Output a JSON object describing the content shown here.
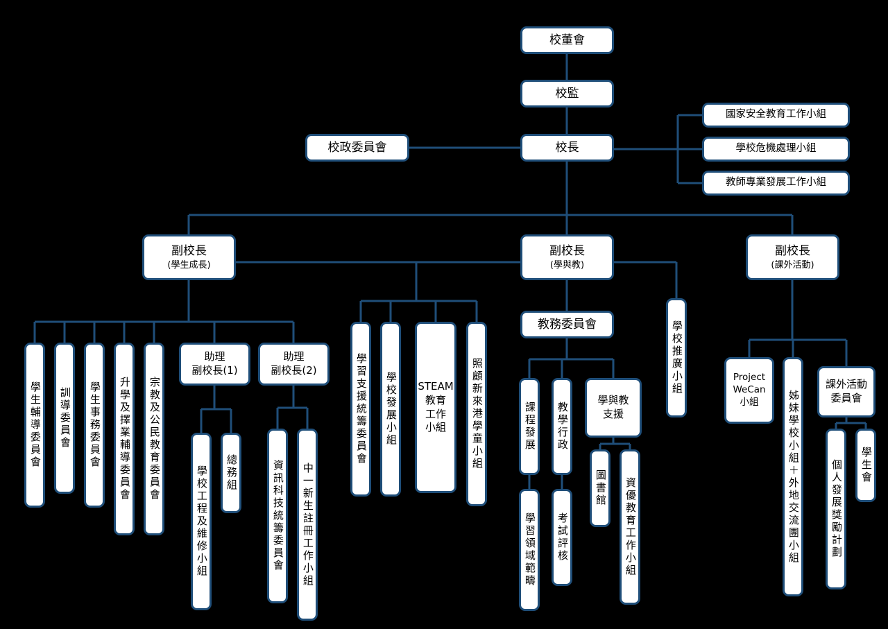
{
  "diagram": {
    "type": "org-chart",
    "background": "#000000",
    "box_fill": "#ffffff",
    "line_color": "#1F4E79",
    "nodes": {
      "board": {
        "label": "校董會"
      },
      "supervisor": {
        "label": "校監"
      },
      "principal": {
        "label": "校長"
      },
      "school_admin_committee": {
        "label": "校政委員會"
      },
      "national_security_group": {
        "label": "國家安全教育工作小組"
      },
      "crisis_group": {
        "label": "學校危機處理小組"
      },
      "teacher_dev_group": {
        "label": "教師專業發展工作小組"
      },
      "vp_student_growth": {
        "label": "副校長",
        "sub": "(學生成長)"
      },
      "vp_learning_teaching": {
        "label": "副校長",
        "sub": "(學與教)"
      },
      "vp_extracurricular": {
        "label": "副校長",
        "sub": "(課外活動)"
      },
      "student_counseling": {
        "label": "學生輔導委員會"
      },
      "discipline": {
        "label": "訓導委員會"
      },
      "student_affairs": {
        "label": "學生事務委員會"
      },
      "careers_guidance": {
        "label": "升學及擇業輔導委員會"
      },
      "religious_civic": {
        "label": "宗教及公民教育委員會"
      },
      "assistant_vp1": {
        "label": "助理\n副校長(1)"
      },
      "assistant_vp2": {
        "label": "助理\n副校長(2)"
      },
      "works_maintenance": {
        "label": "學校工程及維修小組"
      },
      "general_affairs": {
        "label": "總務組"
      },
      "it_committee": {
        "label": "資訊科技統籌委員會"
      },
      "s1_registration": {
        "label": "中一新生註冊工作小組"
      },
      "learning_support": {
        "label": "學習支援統籌委員會"
      },
      "school_development": {
        "label": "學校發展小組"
      },
      "steam_group": {
        "label": "STEAM\n教育\n工作\n小組"
      },
      "newly_arrived": {
        "label": "照顧新來港學童小組"
      },
      "academic_committee": {
        "label": "教務委員會"
      },
      "curriculum_dev": {
        "label": "課程發展"
      },
      "teaching_admin": {
        "label": "教學行政"
      },
      "lt_support": {
        "label": "學與教\n支援"
      },
      "kla": {
        "label": "學習領域範疇"
      },
      "exam_assessment": {
        "label": "考試評核"
      },
      "library": {
        "label": "圖書館"
      },
      "gifted_education": {
        "label": "資優教育工作小組"
      },
      "school_promotion": {
        "label": "學校推廣小組"
      },
      "project_wecan": {
        "label": "Project\nWeCan\n小組"
      },
      "sister_schools": {
        "label": "姊妹學校小組＋外地交流團小組"
      },
      "eca_committee": {
        "label": "課外活動\n委員會"
      },
      "personal_dev_award": {
        "label": "個人發展獎勵計劃"
      },
      "student_association": {
        "label": "學生會"
      }
    }
  }
}
